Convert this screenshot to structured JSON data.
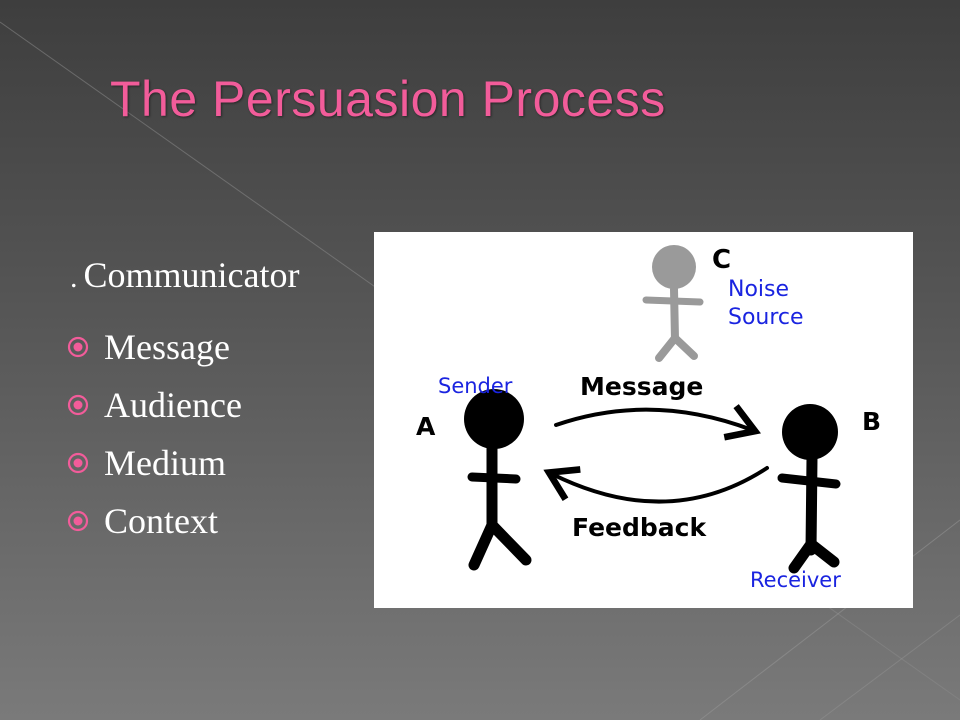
{
  "slide": {
    "title": "The Persuasion Process",
    "first_item": "Communicator",
    "bullets": [
      "Message",
      "Audience",
      "Medium",
      "Context"
    ]
  },
  "diagram": {
    "letter_c": "C",
    "noise_line1": "Noise",
    "noise_line2": "Source",
    "sender": "Sender",
    "letter_a": "A",
    "message": "Message",
    "letter_b": "B",
    "feedback": "Feedback",
    "receiver": "Receiver"
  },
  "colors": {
    "title": "#f25c9a",
    "bullet": "#f25c9a",
    "label_blue": "#1a24e0",
    "figure": "#000000",
    "noise_figure": "#9a9a9a"
  }
}
